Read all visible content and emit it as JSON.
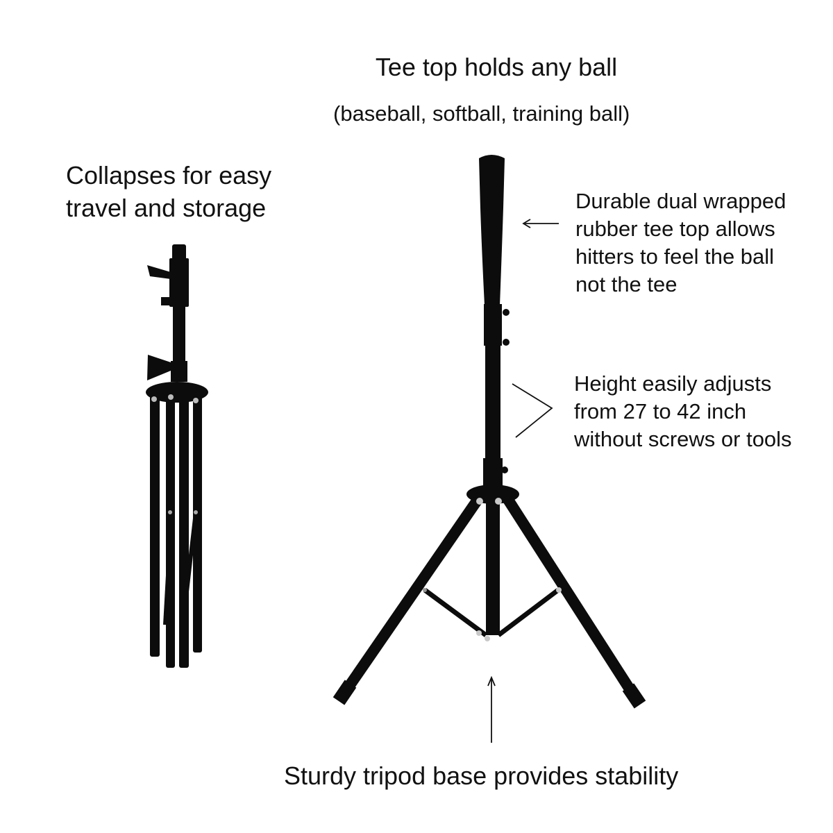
{
  "annotations": {
    "title": "Tee top holds any ball",
    "subtitle": "(baseball, softball, training ball)",
    "collapse": [
      "Collapses for easy",
      "travel and storage"
    ],
    "durable": [
      "Durable dual wrapped",
      "rubber tee top allows",
      "hitters to feel the ball",
      "not the tee"
    ],
    "height": [
      "Height easily adjusts",
      "from 27 to 42 inch",
      "without screws or tools"
    ],
    "base": "Sturdy tripod base provides stability"
  },
  "colors": {
    "background": "#ffffff",
    "product": "#0c0c0c",
    "text": "#111111"
  }
}
